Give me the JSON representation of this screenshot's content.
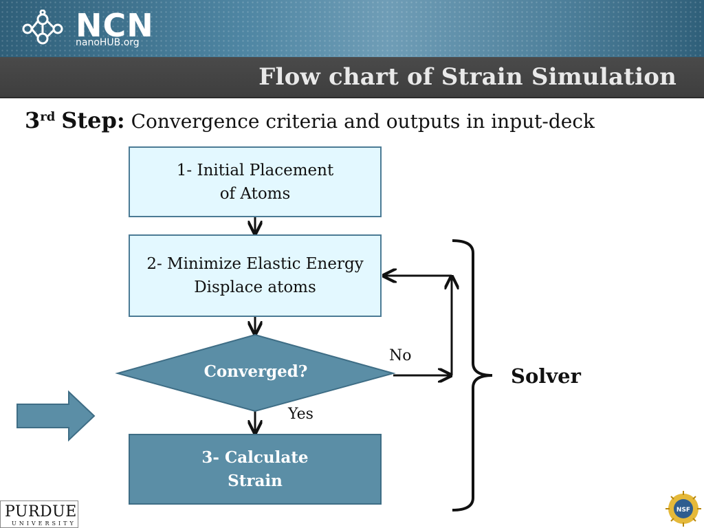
{
  "header": {
    "title": "Flow chart of Strain Simulation",
    "logo": {
      "main": "NCN",
      "sub": "nanoHUB.org",
      "icon": "molecule-logo-icon"
    }
  },
  "heading": {
    "num": "3",
    "sup": "rd",
    "step": "Step:",
    "text": "Convergence criteria and outputs in input-deck"
  },
  "flow": {
    "box1": "1- Initial Placement\nof Atoms",
    "box2": "2- Minimize Elastic Energy\nDisplace atoms",
    "decision": "Converged?",
    "no_label": "No",
    "yes_label": "Yes",
    "box3": "3- Calculate\nStrain",
    "group_label": "Solver"
  },
  "footer": {
    "purdue_main": "PURDUE",
    "purdue_sub": "UNIVERSITY",
    "nsf_label": "NSF"
  },
  "colors": {
    "light_box": "#e3f8ff",
    "dark_box": "#5b8ea6",
    "header_bar": "#444444"
  }
}
